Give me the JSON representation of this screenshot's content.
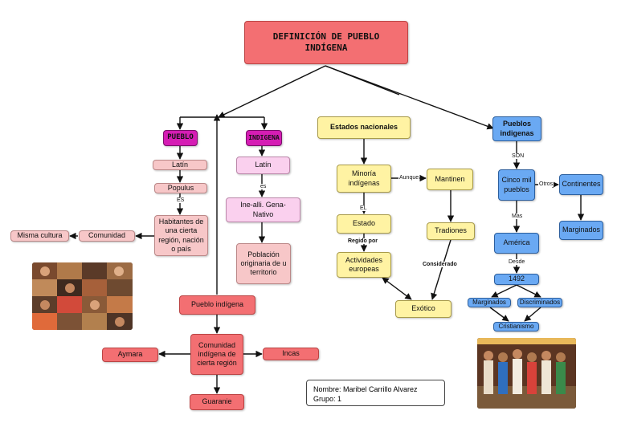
{
  "title": "DEFINICIÓN DE PUEBLO INDÍGENA",
  "nodes": {
    "pueblo": "PUEBLO",
    "indigena_word": "INDIGENA",
    "latin_left": "Latín",
    "populus": "Populus",
    "habitantes": "Habitantes de una cierta región, nación o país",
    "comunidad": "Comunidad",
    "misma_cultura": "Misma cultura",
    "latin_mid": "Latín",
    "ine_alli": "Ine-alli. Gena-Nativo",
    "poblacion": "Población originaria de u territorio",
    "pueblo_indigena": "Pueblo indígena",
    "comunidad_indigena": "Comunidad indígena de cierta región",
    "aymara": "Aymara",
    "incas": "Incas",
    "guaranie": "Guaranie",
    "estados_nacionales": "Estados nacionales",
    "minoria": "Minoría indígenas",
    "mantinen": "Mantinen",
    "estado": "Estado",
    "actividades": "Actividades europeas",
    "tradiones": "Tradiones",
    "exotico": "Exótico",
    "pueblos_indigenas": "Pueblos indigenas",
    "cinco_mil": "Cinco mil pueblos",
    "continentes": "Continentes",
    "marginados_box": "Marginados",
    "america": "América",
    "anio": "1492",
    "marginados": "Marginados",
    "discriminados": "Discriminados",
    "cristianismo": "Cristianismo"
  },
  "links": {
    "es_1": "ES",
    "es_2": "es",
    "aunque": "Aunque",
    "el": "EL",
    "regido_por": "Regido por",
    "considerado": "Considerado",
    "son": "SON",
    "otros": "Otros",
    "mas": "Mas",
    "desde": "Desde"
  },
  "info": {
    "nombre": "Nombre: Maribel Carrillo Alvarez",
    "grupo": "Grupo: 1"
  }
}
